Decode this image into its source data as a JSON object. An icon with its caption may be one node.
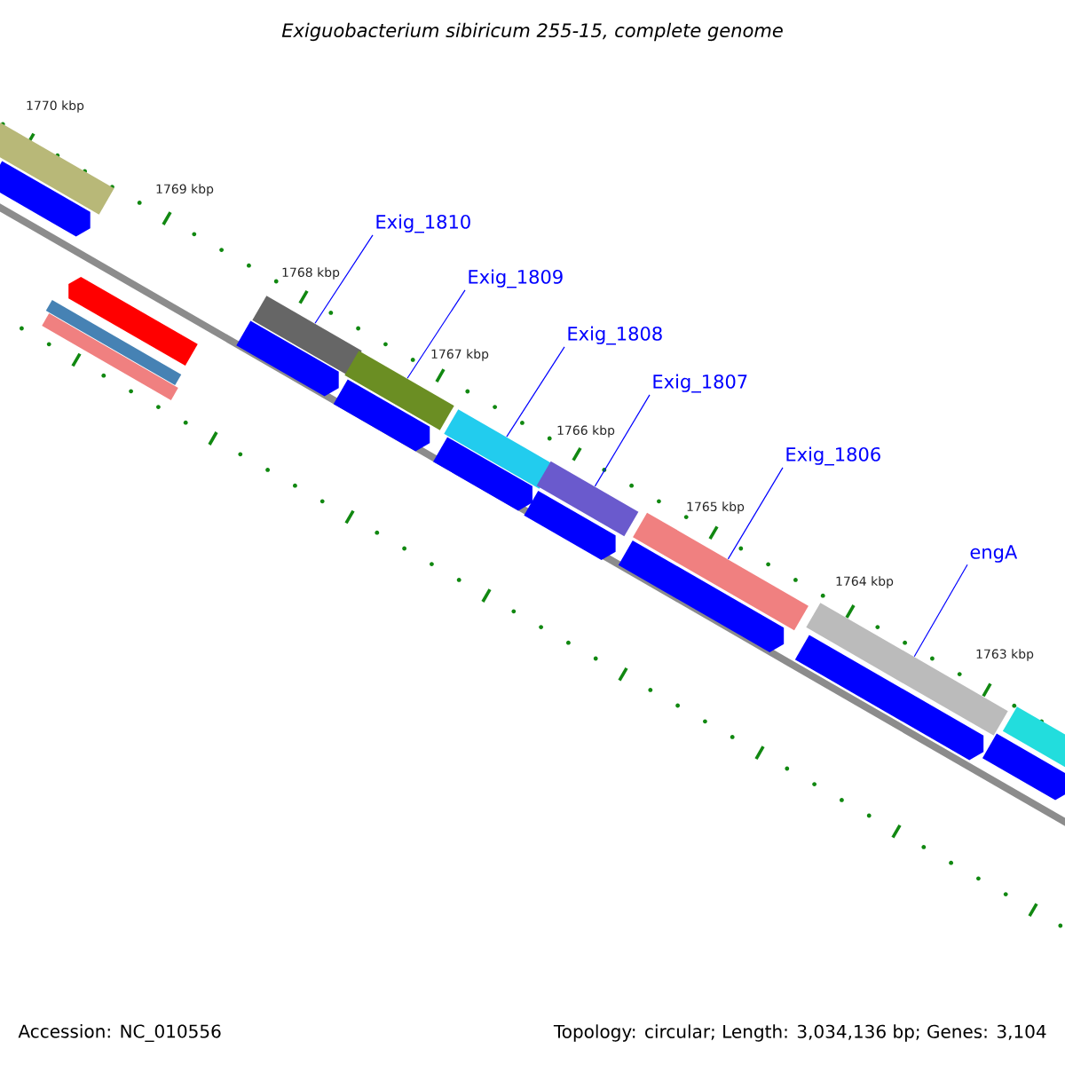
{
  "diagram": {
    "title": "Exiguobacterium sibiricum 255-15, complete genome",
    "nodes": [
      {
        "text": [
          "Exig_1810"
        ]
      },
      {
        "text": [
          "Exig_1809"
        ]
      },
      {
        "text": [
          "Exig_1808"
        ]
      },
      {
        "text": [
          "Exig_1807"
        ]
      },
      {
        "text": [
          "Exig_1806"
        ]
      },
      {
        "text": [
          "engA"
        ]
      },
      {
        "text": [],
        "shape": "bar"
      },
      {
        "text": [],
        "shape": "bar"
      },
      {
        "text": [],
        "shape": "bar"
      },
      {
        "text": [],
        "shape": "bar"
      },
      {
        "text": [],
        "shape": "bar"
      },
      {
        "text": [],
        "shape": "bar"
      },
      {
        "text": [],
        "shape": "bar"
      },
      {
        "text": [],
        "shape": "arrow"
      },
      {
        "text": [],
        "shape": "arrow"
      },
      {
        "text": [],
        "shape": "arrow"
      },
      {
        "text": [],
        "shape": "arrow"
      },
      {
        "text": [],
        "shape": "arrow"
      },
      {
        "text": [],
        "shape": "arrow"
      },
      {
        "text": [],
        "shape": "arrow"
      },
      {
        "text": [],
        "shape": "arrow"
      },
      {
        "text": [],
        "shape": "bar"
      },
      {
        "text": [],
        "shape": "arrow"
      },
      {
        "text": [],
        "shape": "bar"
      },
      {
        "text": [],
        "shape": "bar"
      }
    ],
    "edges": [
      {
        "from": 0,
        "to": 6,
        "arrow": "none"
      },
      {
        "from": 1,
        "to": 7,
        "arrow": "none"
      },
      {
        "from": 2,
        "to": 8,
        "arrow": "none"
      },
      {
        "from": 3,
        "to": 9,
        "arrow": "none"
      },
      {
        "from": 4,
        "to": 10,
        "arrow": "none"
      },
      {
        "from": 5,
        "to": 11,
        "arrow": "none"
      }
    ],
    "labels": [
      "1770 kbp",
      "1769 kbp",
      "1768 kbp",
      "1767 kbp",
      "1766 kbp",
      "1765 kbp",
      "1764 kbp",
      "1763 kbp",
      "Accession: NC_010556",
      "Topology: circular; Length: 3,034,136 bp; Genes: 3,104"
    ]
  }
}
